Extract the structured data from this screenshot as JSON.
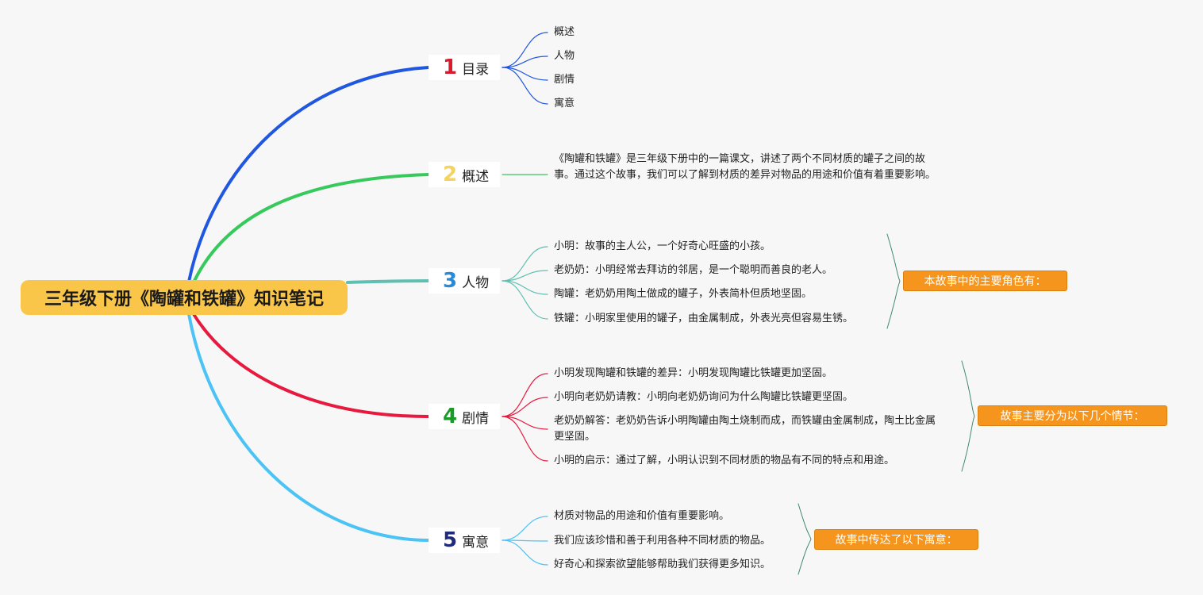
{
  "root": {
    "title": "三年级下册《陶罐和铁罐》知识笔记"
  },
  "colors": {
    "root_bg": "#f9c64a",
    "branch1": "#1f57e0",
    "branch2": "#36c95b",
    "branch3": "#5fbfb0",
    "branch4": "#e8193f",
    "branch5": "#4cc3f5",
    "num1": "#d61c2e",
    "num2": "#f4d35e",
    "num3": "#2a8ad6",
    "num4": "#1c9a2a",
    "num5": "#1f2a7a",
    "summary_bg": "#f5951e"
  },
  "branches": [
    {
      "num": "1",
      "label": "目录",
      "items": [
        "概述",
        "人物",
        "剧情",
        "寓意"
      ]
    },
    {
      "num": "2",
      "label": "概述",
      "items": [
        "《陶罐和铁罐》是三年级下册中的一篇课文，讲述了两个不同材质的罐子之间的故事。通过这个故事，我们可以了解到材质的差异对物品的用途和价值有着重要影响。"
      ]
    },
    {
      "num": "3",
      "label": "人物",
      "items": [
        "小明：故事的主人公，一个好奇心旺盛的小孩。",
        "老奶奶：小明经常去拜访的邻居，是一个聪明而善良的老人。",
        "陶罐：老奶奶用陶土做成的罐子，外表简朴但质地坚固。",
        "铁罐：小明家里使用的罐子，由金属制成，外表光亮但容易生锈。"
      ],
      "summary": "本故事中的主要角色有："
    },
    {
      "num": "4",
      "label": "剧情",
      "items": [
        "小明发现陶罐和铁罐的差异：小明发现陶罐比铁罐更加坚固。",
        "小明向老奶奶请教：小明向老奶奶询问为什么陶罐比铁罐更坚固。",
        "老奶奶解答：老奶奶告诉小明陶罐由陶土烧制而成，而铁罐由金属制成，陶土比金属更坚固。",
        "小明的启示：通过了解，小明认识到不同材质的物品有不同的特点和用途。"
      ],
      "summary": "故事主要分为以下几个情节："
    },
    {
      "num": "5",
      "label": "寓意",
      "items": [
        "材质对物品的用途和价值有重要影响。",
        "我们应该珍惜和善于利用各种不同材质的物品。",
        "好奇心和探索欲望能够帮助我们获得更多知识。"
      ],
      "summary": "故事中传达了以下寓意："
    }
  ]
}
